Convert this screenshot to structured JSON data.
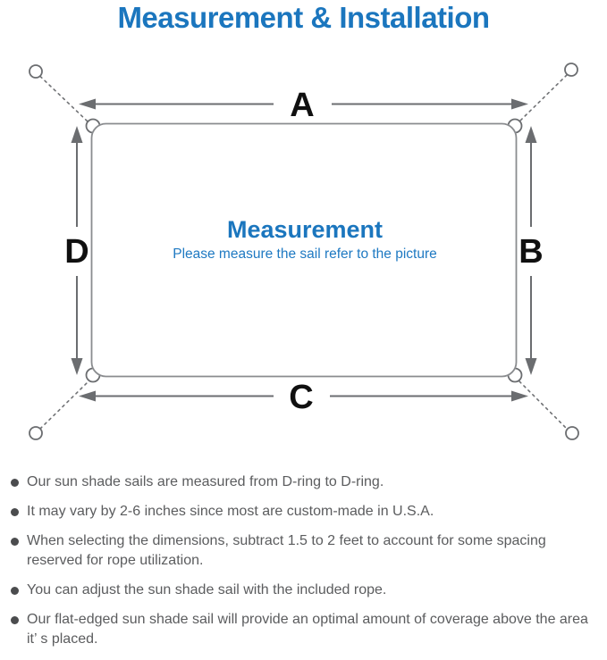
{
  "title": "Measurement & Installation",
  "diagram": {
    "center_heading": "Measurement",
    "center_subtitle": "Please measure the sail refer to the picture",
    "dimension_labels": {
      "top": "A",
      "right": "B",
      "bottom": "C",
      "left": "D"
    }
  },
  "notes": [
    "Our sun shade sails are measured from D-ring to D-ring.",
    "It may vary by 2-6 inches since most are custom-made in U.S.A.",
    "When selecting the dimensions, subtract 1.5 to 2 feet to account for some spacing reserved for rope utilization.",
    "You can adjust the sun shade sail with the included rope.",
    "Our flat-edged sun shade sail will provide an optimal amount of coverage above the area it’ s placed."
  ],
  "colors": {
    "accent_blue": "#1b76be",
    "subtitle_blue": "#1e79c2",
    "diagram_line_gray": "#6b6d70",
    "sail_border_gray": "#8a8c8f",
    "note_text_gray": "#5b5c5e",
    "dimension_label_black": "#101010"
  }
}
